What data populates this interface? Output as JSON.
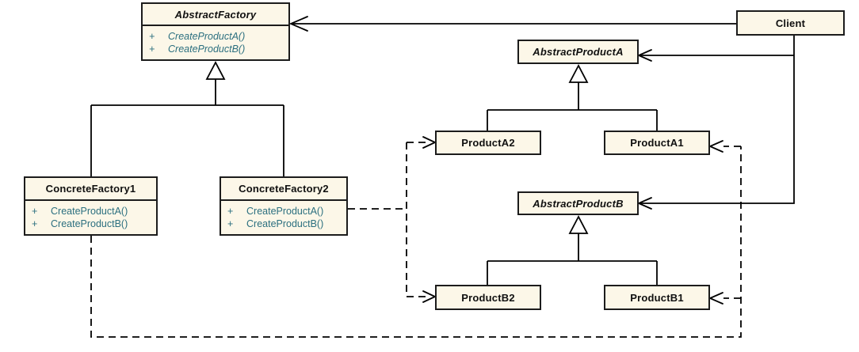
{
  "colors": {
    "canvas_bg": "#ffffff",
    "class_fill": "#fcf7e8",
    "class_border": "#1c1c1c",
    "operation_text": "#2b6f7f",
    "connector": "#000000"
  },
  "classes": {
    "abstract_factory": {
      "name": "AbstractFactory",
      "stereotype": "abstract",
      "methods": [
        {
          "vis": "+",
          "sig": "CreateProductA()"
        },
        {
          "vis": "+",
          "sig": "CreateProductB()"
        }
      ]
    },
    "client": {
      "name": "Client"
    },
    "abstract_product_a": {
      "name": "AbstractProductA",
      "stereotype": "abstract"
    },
    "product_a2": {
      "name": "ProductA2"
    },
    "product_a1": {
      "name": "ProductA1"
    },
    "abstract_product_b": {
      "name": "AbstractProductB",
      "stereotype": "abstract"
    },
    "product_b2": {
      "name": "ProductB2"
    },
    "product_b1": {
      "name": "ProductB1"
    },
    "concrete_factory_1": {
      "name": "ConcreteFactory1",
      "methods": [
        {
          "vis": "+",
          "sig": "CreateProductA()"
        },
        {
          "vis": "+",
          "sig": "CreateProductB()"
        }
      ]
    },
    "concrete_factory_2": {
      "name": "ConcreteFactory2",
      "methods": [
        {
          "vis": "+",
          "sig": "CreateProductA()"
        },
        {
          "vis": "+",
          "sig": "CreateProductB()"
        }
      ]
    }
  },
  "relationships": [
    {
      "type": "generalization",
      "from": "ConcreteFactory1",
      "to": "AbstractFactory"
    },
    {
      "type": "generalization",
      "from": "ConcreteFactory2",
      "to": "AbstractFactory"
    },
    {
      "type": "generalization",
      "from": "ProductA2",
      "to": "AbstractProductA"
    },
    {
      "type": "generalization",
      "from": "ProductA1",
      "to": "AbstractProductA"
    },
    {
      "type": "generalization",
      "from": "ProductB2",
      "to": "AbstractProductB"
    },
    {
      "type": "generalization",
      "from": "ProductB1",
      "to": "AbstractProductB"
    },
    {
      "type": "usage",
      "from": "Client",
      "to": "AbstractFactory"
    },
    {
      "type": "usage",
      "from": "Client",
      "to": "AbstractProductA"
    },
    {
      "type": "usage",
      "from": "Client",
      "to": "AbstractProductB"
    },
    {
      "type": "dependency",
      "from": "ConcreteFactory2",
      "to": "ProductA2"
    },
    {
      "type": "dependency",
      "from": "ConcreteFactory2",
      "to": "ProductB2"
    },
    {
      "type": "dependency",
      "from": "ConcreteFactory1",
      "to": "ProductA1"
    },
    {
      "type": "dependency",
      "from": "ConcreteFactory1",
      "to": "ProductB1"
    }
  ]
}
